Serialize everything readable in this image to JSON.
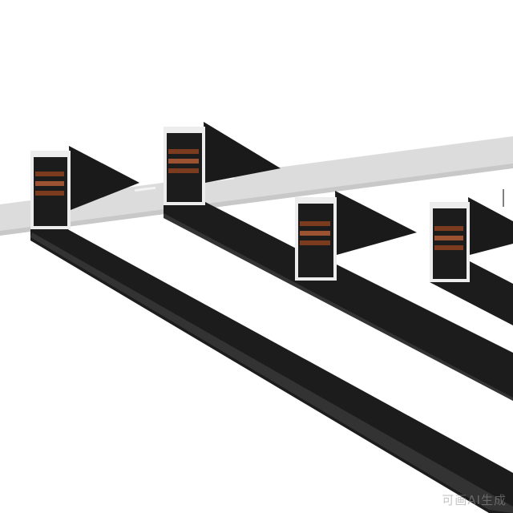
{
  "image": {
    "subject": "magnetic-track-rail-profiles",
    "rail_count": 4,
    "colors": {
      "background": "#ffffff",
      "ceiling_band": "#dcdcdc",
      "ceiling_band_edge": "#c8c8c8",
      "rail_body": "#1c1c1c",
      "rail_top": "#2b2b2b",
      "rail_shadow": "#0f0f0f",
      "aluminum_edge": "#ededed",
      "copper_conductor": "#7a3b1e",
      "copper_highlight": "#9a5230"
    }
  },
  "watermark": {
    "text": "可画AI生成"
  }
}
